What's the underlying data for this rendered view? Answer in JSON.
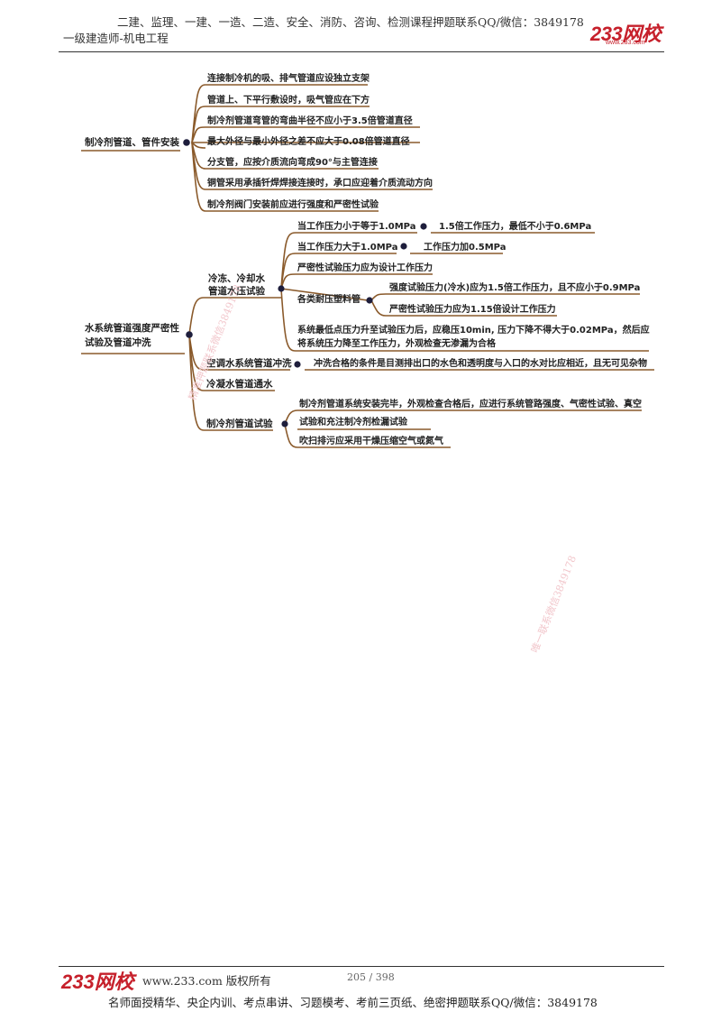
{
  "header": {
    "line1": "二建、监理、一建、一造、二造、安全、消防、咨询、检测课程押题联系QQ/微信：3849178",
    "line2": "一级建造师-机电工程",
    "logo": "233网校",
    "logo_sub": "www.233.com"
  },
  "mindmap": {
    "section1": {
      "root": "制冷剂管道、管件安装",
      "items": [
        "连接制冷机的吸、排气管道应设独立支架",
        "管道上、下平行敷设时，吸气管应在下方",
        "制冷剂管道弯管的弯曲半径不应小于3.5倍管道直径",
        "最大外径与最小外径之差不应大于0.08倍管道直径",
        "分支管，应按介质流向弯成90°与主管连接",
        "铜管采用承插钎焊焊接连接时，承口应迎着介质流动方向",
        "制冷剂阀门安装前应进行强度和严密性试验"
      ]
    },
    "section2": {
      "root_line1": "水系统管道强度严密性",
      "root_line2": "试验及管道冲洗",
      "b1": {
        "label_line1": "冷冻、冷却水",
        "label_line2": "管道水压试验",
        "c1": "当工作压力小于等于1.0MPa",
        "c1_child": "1.5倍工作压力，最低不小于0.6MPa",
        "c2": "当工作压力大于1.0MPa",
        "c2_child": "工作压力加0.5MPa",
        "c3": "严密性试验压力应为设计工作压力",
        "c4": "各类耐压塑料管",
        "c4_child1": "强度试验压力(冷水)应为1.5倍工作压力，且不应小于0.9MPa",
        "c4_child2": "严密性试验压力应为1.15倍设计工作压力",
        "c5_line1": "系统最低点压力升至试验压力后，应稳压10min, 压力下降不得大于0.02MPa，然后应",
        "c5_line2": "将系统压力降至工作压力，外观检查无渗漏为合格"
      },
      "b2": {
        "label": "空调水系统管道冲洗",
        "child": "冲洗合格的条件是目测排出口的水色和透明度与入口的水对比应相近，且无可见杂物"
      },
      "b3": {
        "label": "冷凝水管道通水"
      },
      "b4": {
        "label": "制冷剂管道试验",
        "child1_line1": "制冷剂管道系统安装完毕，外观检查合格后，应进行系统管路强度、气密性试验、真空",
        "child1_line2": "试验和充注制冷剂检漏试验",
        "child2": "吹扫排污应采用干燥压缩空气或氮气"
      }
    }
  },
  "watermarks": {
    "wm1": "精准押题联系微信3849178",
    "wm2": "唯一联系微信3849178"
  },
  "footer": {
    "logo": "233网校",
    "copyright": "www.233.com 版权所有",
    "page": "205 / 398",
    "line": "名师面授精华、央企内训、考点串讲、习题模考、考前三页纸、绝密押题联系QQ/微信：3849178"
  },
  "colors": {
    "branch": "#8a5a2b",
    "node_dot": "#1e1e3c",
    "brand_red": "#c6202b"
  }
}
